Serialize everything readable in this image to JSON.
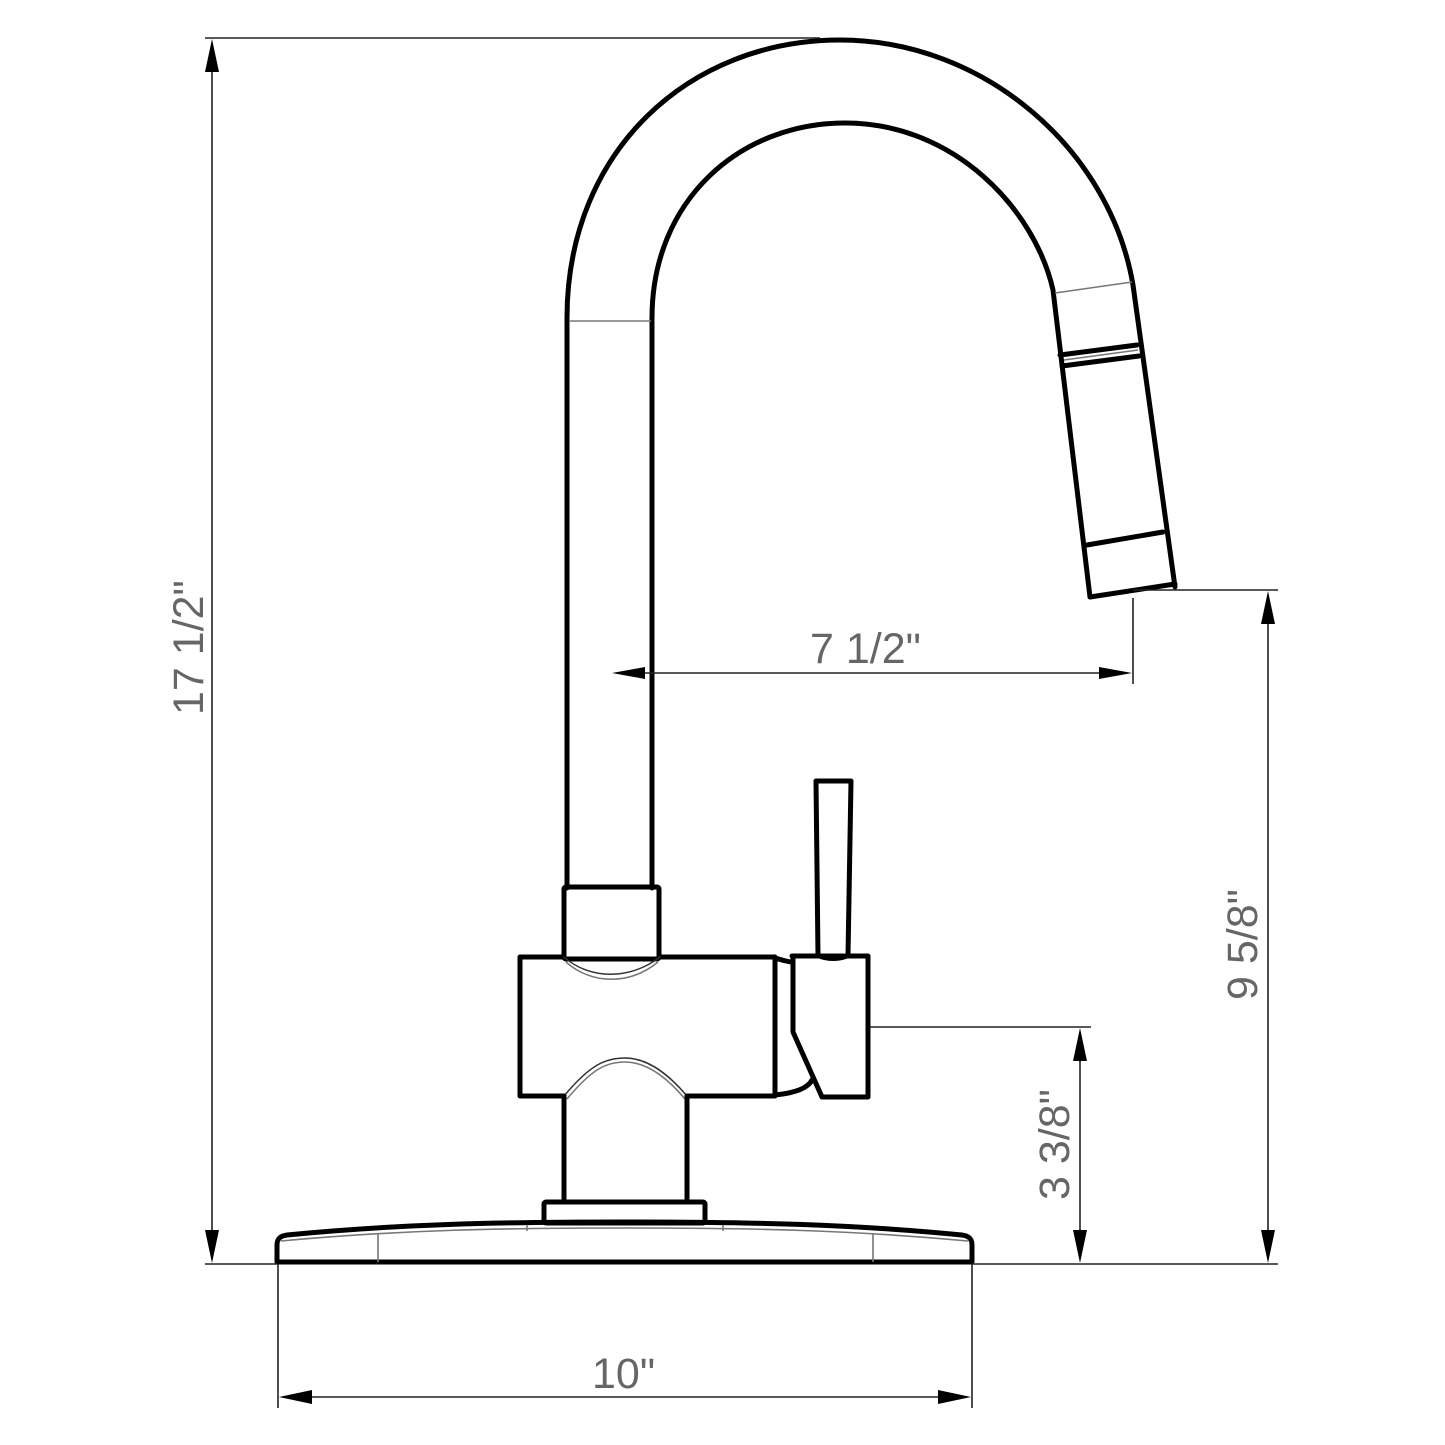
{
  "drawing": {
    "subject": "Pull-down kitchen faucet side elevation",
    "line_color": "#000000",
    "dimension_text_color": "#666666",
    "background": "#ffffff"
  },
  "dimensions": {
    "overall_height": {
      "label": "17 1/2\"",
      "orientation": "vertical"
    },
    "spout_reach": {
      "label": "7 1/2\"",
      "orientation": "horizontal"
    },
    "spout_clearance": {
      "label": "9 5/8\"",
      "orientation": "vertical"
    },
    "handle_height": {
      "label": "3 3/8\"",
      "orientation": "vertical"
    },
    "base_plate_width": {
      "label": "10\"",
      "orientation": "horizontal"
    }
  }
}
